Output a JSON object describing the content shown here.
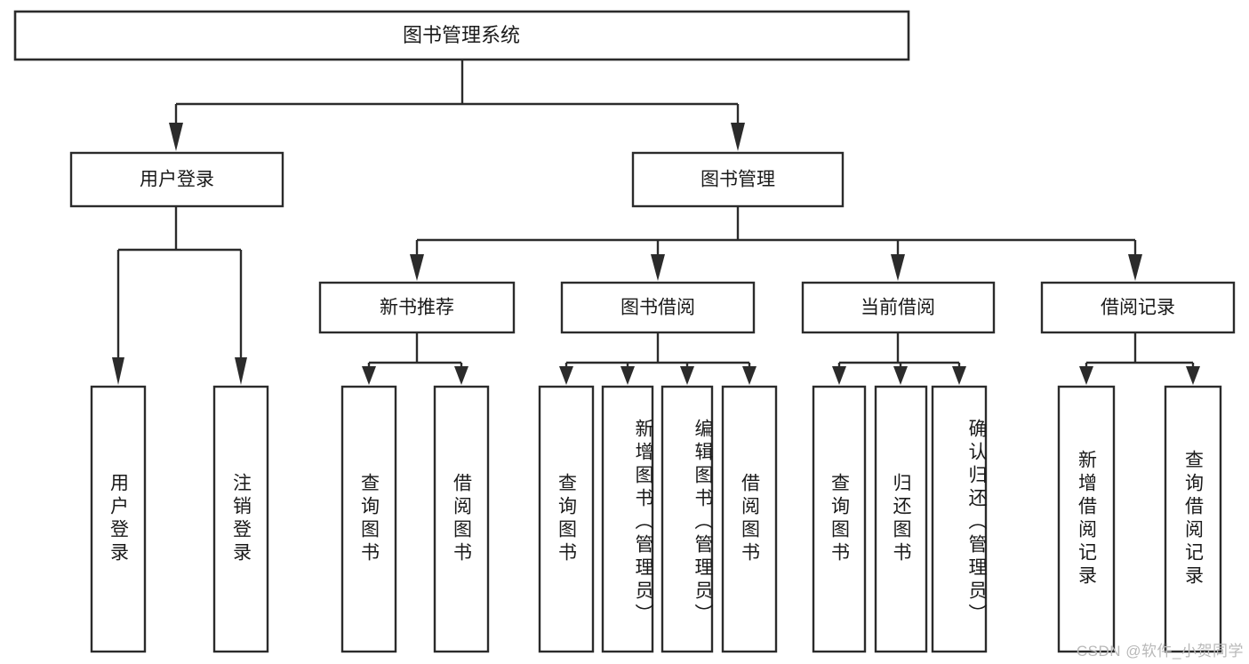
{
  "diagram": {
    "type": "tree",
    "title": "图书管理系统",
    "orientation": "top-down",
    "colors": {
      "stroke": "#2b2b2b",
      "fill": "#ffffff",
      "text": "#1a1a1a",
      "watermark": "#b9b9b9"
    },
    "root": {
      "label": "图书管理系统"
    },
    "level1": [
      {
        "label": "用户登录"
      },
      {
        "label": "图书管理"
      }
    ],
    "level2": [
      {
        "label": "新书推荐"
      },
      {
        "label": "图书借阅"
      },
      {
        "label": "当前借阅"
      },
      {
        "label": "借阅记录"
      }
    ],
    "leaves": {
      "user_login": [
        {
          "label": "用户登录"
        },
        {
          "label": "注销登录"
        }
      ],
      "new_book_recommend": [
        {
          "label": "查询图书"
        },
        {
          "label": "借阅图书"
        }
      ],
      "book_borrow": [
        {
          "label": "查询图书"
        },
        {
          "label": "新增图书（管理员）"
        },
        {
          "label": "编辑图书（管理员）"
        },
        {
          "label": "借阅图书"
        }
      ],
      "current_borrow": [
        {
          "label": "查询图书"
        },
        {
          "label": "归还图书"
        },
        {
          "label": "确认归还（管理员）"
        }
      ],
      "borrow_record": [
        {
          "label": "新增借阅记录"
        },
        {
          "label": "查询借阅记录"
        }
      ]
    },
    "watermark": "CSDN @软件_小贺同学"
  }
}
